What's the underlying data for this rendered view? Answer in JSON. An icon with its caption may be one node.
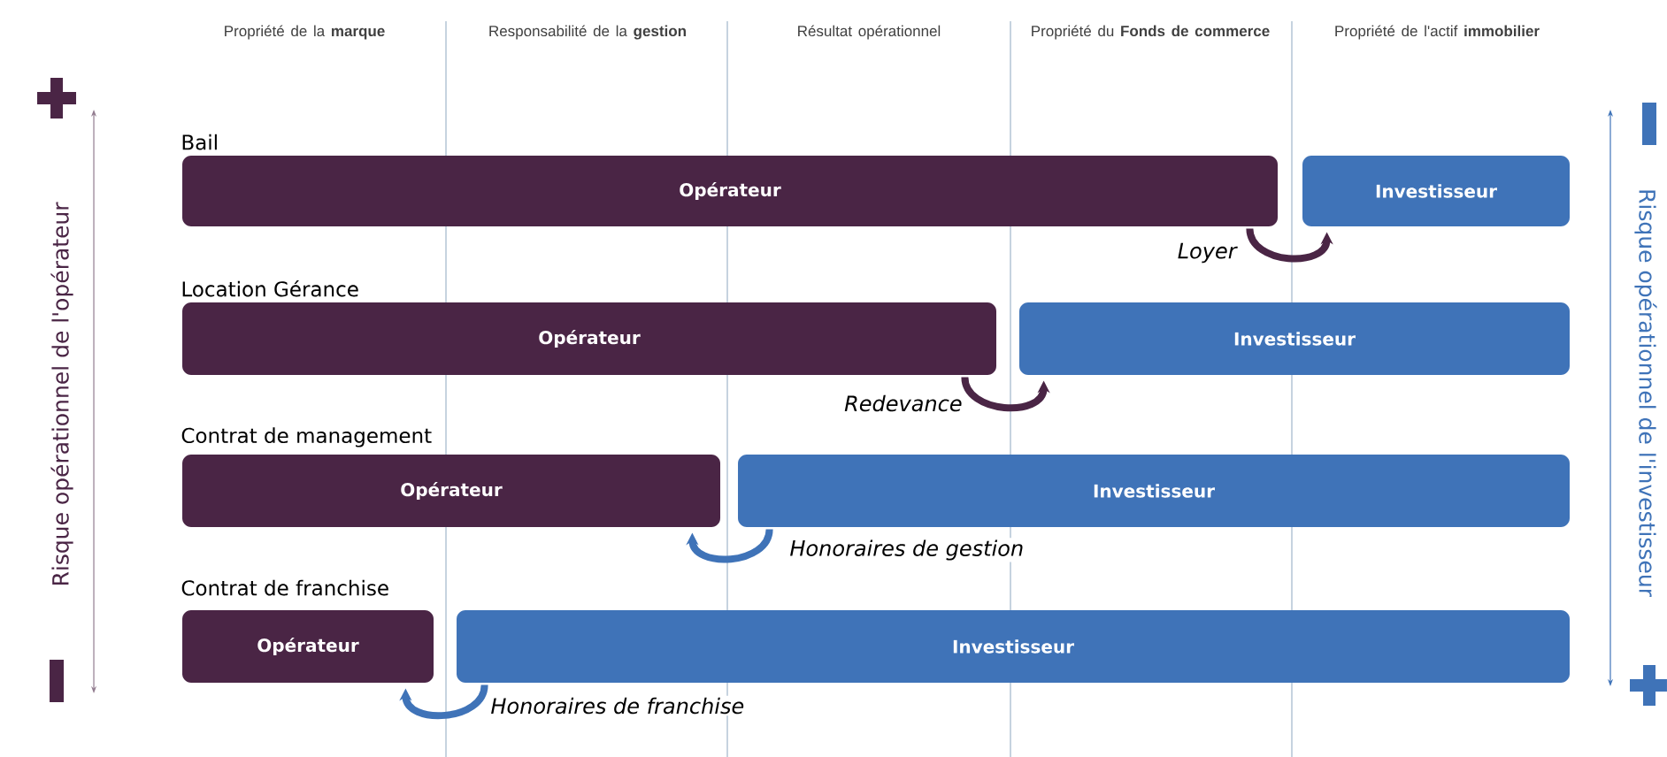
{
  "diagram": {
    "nodes": [
      {
        "text": [
          "Opérateur"
        ]
      },
      {
        "text": [
          "Investisseur"
        ]
      },
      {
        "text": [
          "Opérateur"
        ]
      },
      {
        "text": [
          "Investisseur"
        ]
      },
      {
        "text": [
          "Opérateur"
        ]
      },
      {
        "text": [
          "Investisseur"
        ]
      },
      {
        "text": [
          "Opérateur"
        ]
      },
      {
        "text": [
          "Investisseur"
        ]
      }
    ],
    "edges": [
      {
        "from": 0,
        "to": 1,
        "arrow": "to",
        "label": "Loyer",
        "color": "#4a2545"
      },
      {
        "from": 2,
        "to": 3,
        "arrow": "to",
        "label": "Redevance",
        "color": "#4a2545"
      },
      {
        "from": 5,
        "to": 4,
        "arrow": "to",
        "label": "Honoraires de gestion",
        "color": "#3f73b8"
      },
      {
        "from": 7,
        "to": 6,
        "arrow": "to",
        "label": "Honoraires de franchise",
        "color": "#3f73b8"
      }
    ],
    "labels": [
      "Propriété de la **marque**",
      "Responsabilité de la **gestion**",
      "Résultat opérationnel",
      "Propriété du **Fonds de commerce**",
      "Propriété de l'actif **immobilier**",
      "Risque opérationnel de l'opérateur",
      "Risque opérationnel de l'investisseur",
      "Bail",
      "Location Gérance",
      "Contrat de management",
      "Contrat de franchise"
    ]
  }
}
